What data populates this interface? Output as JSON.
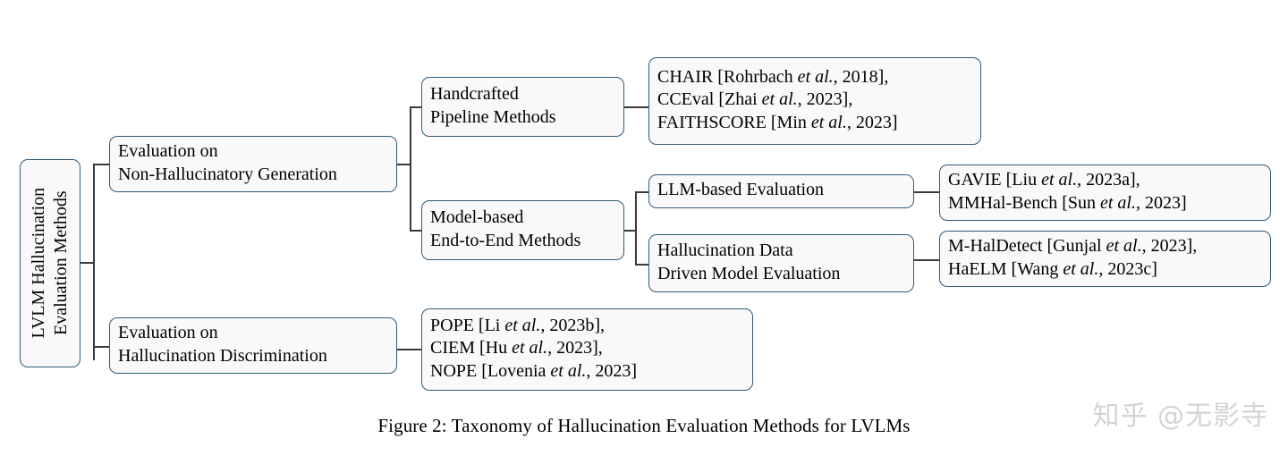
{
  "figure": {
    "caption": "Figure 2: Taxonomy of Hallucination Evaluation Methods for LVLMs",
    "watermark": "知乎 @无影寺",
    "colors": {
      "node_border": "#2d5b79",
      "node_fill": "#fbf8f9",
      "connector": "#3a3a3a",
      "background": "#ffffff",
      "watermark": "#d4d4d4"
    }
  },
  "tree": {
    "root": {
      "line1": "LVLM Hallucination",
      "line2": "Evaluation Methods"
    },
    "eval_nonhallucinatory": {
      "line1": "Evaluation on",
      "line2": "Non-Hallucinatory Generation"
    },
    "eval_discrimination": {
      "line1": "Evaluation on",
      "line2": "Hallucination Discrimination"
    },
    "handcrafted": {
      "line1": "Handcrafted",
      "line2": "Pipeline Methods"
    },
    "model_based": {
      "line1": "Model-based",
      "line2": "End-to-End Methods"
    },
    "llm_based_evaluation": {
      "line1": "LLM-based Evaluation"
    },
    "hallucination_data_driven": {
      "line1": "Hallucination Data",
      "line2": "Driven Model Evaluation"
    },
    "handcrafted_refs": {
      "line1_name": "CHAIR",
      "line1_author": "[Rohrbach ",
      "line1_etal": "et al.",
      "line1_year": ", 2018],",
      "line2_name": "CCEval",
      "line2_author": "[Zhai ",
      "line2_etal": "et al.",
      "line2_year": ", 2023],",
      "line3_name": "FAITHSCORE",
      "line3_author": "[Min ",
      "line3_etal": "et al.",
      "line3_year": ", 2023]"
    },
    "llm_based_refs": {
      "line1_name": "GAVIE",
      "line1_author": "[Liu ",
      "line1_etal": "et al.",
      "line1_year": ", 2023a],",
      "line2_name": "MMHal-Bench",
      "line2_author": "[Sun ",
      "line2_etal": "et al.",
      "line2_year": ", 2023]"
    },
    "data_driven_refs": {
      "line1_name": "M-HalDetect",
      "line1_author": "[Gunjal ",
      "line1_etal": "et al.",
      "line1_year": ", 2023],",
      "line2_name": "HaELM",
      "line2_author": "[Wang ",
      "line2_etal": "et al.",
      "line2_year": ", 2023c]"
    },
    "discrimination_refs": {
      "line1_name": "POPE",
      "line1_author": "[Li ",
      "line1_etal": "et al.",
      "line1_year": ", 2023b],",
      "line2_name": "CIEM",
      "line2_author": "[Hu ",
      "line2_etal": "et al.",
      "line2_year": ", 2023],",
      "line3_name": "NOPE",
      "line3_author": "[Lovenia ",
      "line3_etal": "et al.",
      "line3_year": ", 2023]"
    }
  }
}
